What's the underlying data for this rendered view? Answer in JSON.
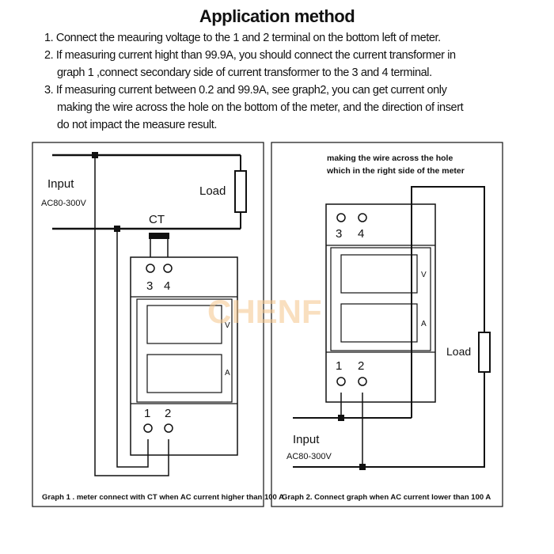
{
  "title": "Application method",
  "steps": [
    {
      "lines": [
        "1. Connect the meauring voltage to the 1 and 2 terminal on the bottom left of meter."
      ]
    },
    {
      "lines": [
        "2. If measuring current hight than 99.9A, you should connect the current transformer in",
        "graph 1 ,connect secondary side of current transformer to the 3 and 4 terminal."
      ]
    },
    {
      "lines": [
        "3. If measuring current between 0.2 and 99.9A, see graph2,  you can get current only",
        "making the wire across the hole on the bottom of the meter, and the direction of insert",
        "do not impact the measure result."
      ]
    }
  ],
  "graph1": {
    "input_label": "Input",
    "voltage_label": "AC80-300V",
    "load_label": "Load",
    "ct_label": "CT",
    "terminal_3": "3",
    "terminal_4": "4",
    "terminal_1": "1",
    "terminal_2": "2",
    "display_v": "V",
    "display_a": "A",
    "caption": "Graph 1 . meter connect with CT when AC current higher than 100 A"
  },
  "graph2": {
    "note_line1": "making the wire across the hole",
    "note_line2": "which in the right side of the meter",
    "input_label": "Input",
    "voltage_label": "AC80-300V",
    "load_label": "Load",
    "terminal_3": "3",
    "terminal_4": "4",
    "terminal_1": "1",
    "terminal_2": "2",
    "display_v": "V",
    "display_a": "A",
    "caption": "Graph 2. Connect graph when AC current lower than 100 A"
  },
  "watermark": "CHENF",
  "colors": {
    "line": "#111111",
    "watermark": "#f4c48a"
  }
}
